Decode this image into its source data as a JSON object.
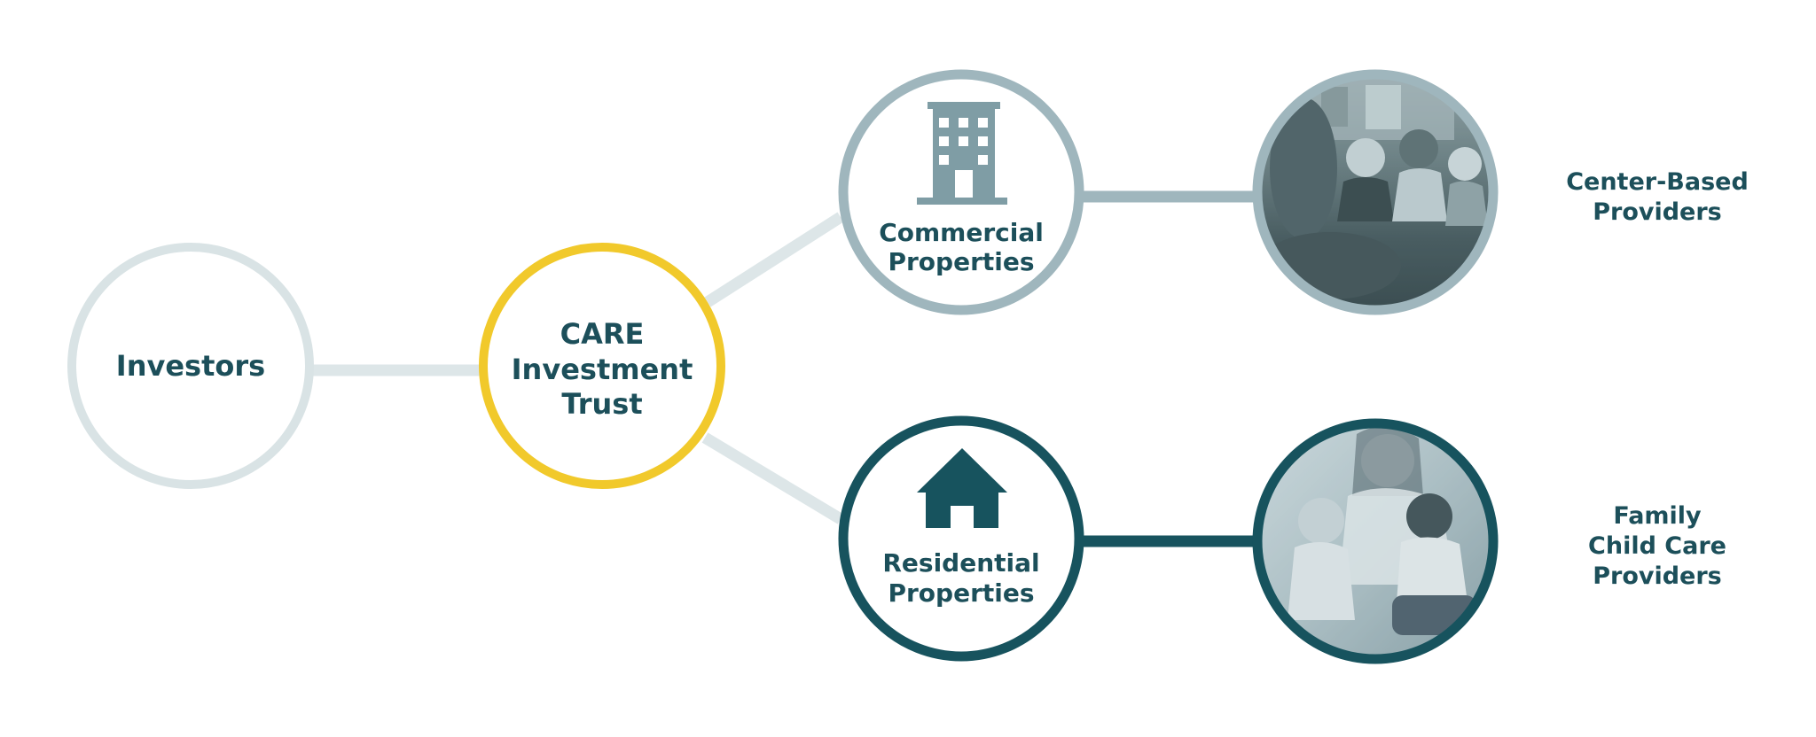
{
  "colors": {
    "dark_teal": "#17535e",
    "text_teal": "#1c4f5a",
    "gray_blue": "#9fb6bd",
    "light_gray": "#d9e3e5",
    "connector_light": "#dde6e8",
    "gold": "#f1c92b"
  },
  "nodes": {
    "investors": {
      "label": "Investors"
    },
    "care_trust": {
      "lines": [
        "CARE",
        "Investment",
        "Trust"
      ]
    },
    "commercial": {
      "lines": [
        "Commercial",
        "Properties"
      ],
      "icon": "building-icon"
    },
    "residential": {
      "lines": [
        "Residential",
        "Properties"
      ],
      "icon": "house-icon"
    },
    "center_photo": {
      "description_icon": "children-classroom-photo"
    },
    "family_photo": {
      "description_icon": "caregiver-babies-photo"
    }
  },
  "outcomes": {
    "center_based": {
      "lines": [
        "Center-Based",
        "Providers"
      ]
    },
    "family_child_care": {
      "lines": [
        "Family",
        "Child Care",
        "Providers"
      ]
    }
  }
}
